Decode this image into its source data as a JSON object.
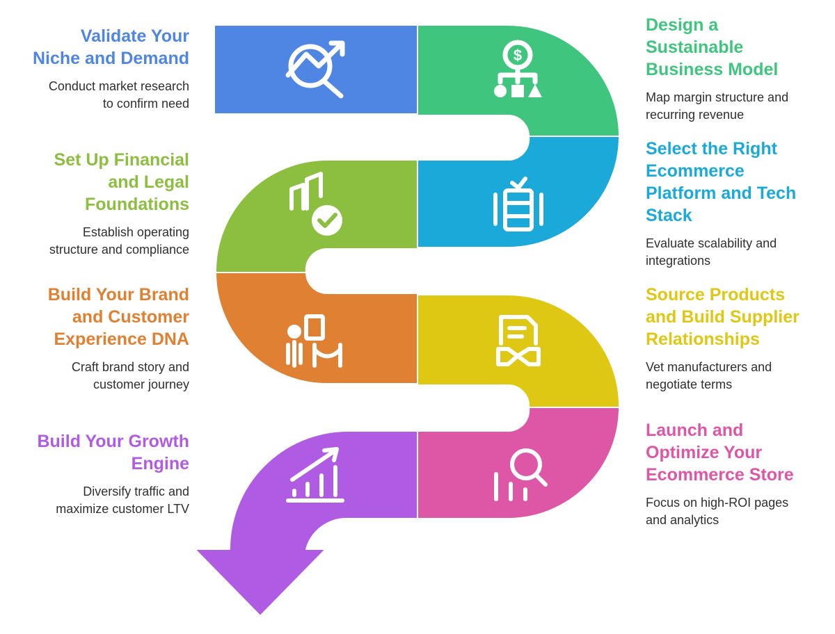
{
  "steps": [
    {
      "id": "validate",
      "title_lines": [
        "Validate Your",
        "Niche and Demand"
      ],
      "desc_lines": [
        "Conduct market research",
        "to confirm need"
      ],
      "color": "#4F86E3",
      "icon": "trending-magnifier-icon"
    },
    {
      "id": "business",
      "title_lines": [
        "Design a",
        "Sustainable",
        "Business Model"
      ],
      "desc_lines": [
        "Map margin structure and",
        "recurring revenue"
      ],
      "color": "#3FC57E",
      "icon": "dollar-hierarchy-icon"
    },
    {
      "id": "financial",
      "title_lines": [
        "Set Up Financial",
        "and Legal",
        "Foundations"
      ],
      "desc_lines": [
        "Establish operating",
        "structure and compliance"
      ],
      "color": "#8CBE3F",
      "icon": "building-check-icon"
    },
    {
      "id": "platform",
      "title_lines": [
        "Select the Right",
        "Ecommerce",
        "Platform and Tech",
        "Stack"
      ],
      "desc_lines": [
        "Evaluate scalability and",
        "integrations"
      ],
      "color": "#1BA9DA",
      "icon": "server-stack-icon"
    },
    {
      "id": "brand",
      "title_lines": [
        "Build Your Brand",
        "and Customer",
        "Experience DNA"
      ],
      "desc_lines": [
        "Craft brand story and",
        "customer journey"
      ],
      "color": "#E08032",
      "icon": "person-queue-icon"
    },
    {
      "id": "source",
      "title_lines": [
        "Source Products",
        "and Build Supplier",
        "Relationships"
      ],
      "desc_lines": [
        "Vet manufacturers and",
        "negotiate terms"
      ],
      "color": "#DFC814",
      "icon": "contract-handshake-icon"
    },
    {
      "id": "growth",
      "title_lines": [
        "Build Your Growth",
        "Engine"
      ],
      "desc_lines": [
        "Diversify traffic and",
        "maximize customer LTV"
      ],
      "color": "#B05BE3",
      "icon": "growth-chart-icon"
    },
    {
      "id": "launch",
      "title_lines": [
        "Launch and",
        "Optimize Your",
        "Ecommerce Store"
      ],
      "desc_lines": [
        "Focus on high-ROI pages",
        "and analytics"
      ],
      "color": "#DE56A6",
      "icon": "chart-search-icon"
    }
  ]
}
